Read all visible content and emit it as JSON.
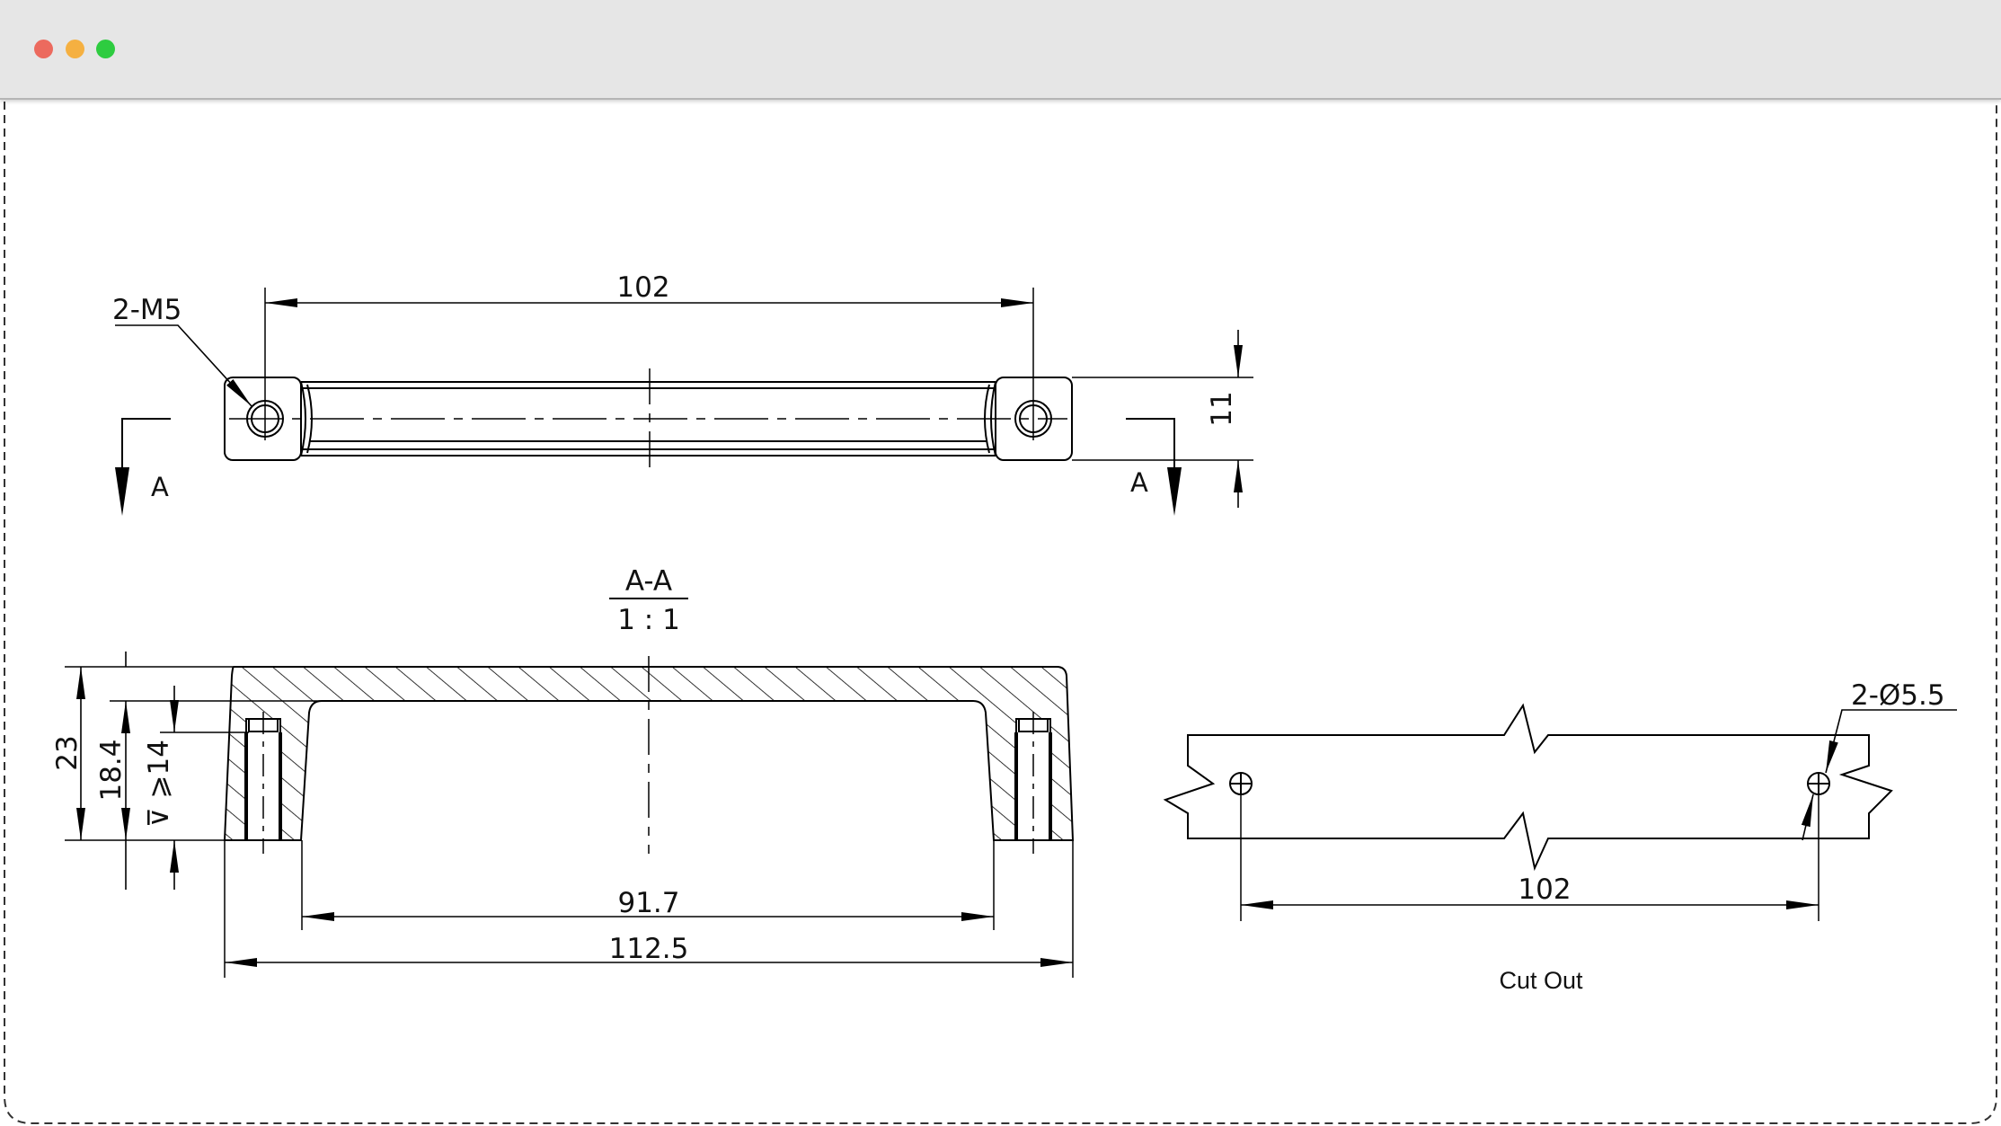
{
  "window": {
    "controls": {
      "close_color": "#ec6a5e",
      "minimize_color": "#f5b041",
      "maximize_color": "#2ecc40"
    }
  },
  "drawing": {
    "top_view": {
      "thread_callout": "2-M5",
      "hole_spacing": "102",
      "height": "11",
      "section_mark_left": "A",
      "section_mark_right": "A"
    },
    "section_view": {
      "name": "A-A",
      "scale": "1 : 1",
      "overall_height": "23",
      "inner_height": "18.4",
      "thread_depth": "⊽ ⩾14",
      "inner_width": "91.7",
      "overall_width": "112.5"
    },
    "cut_out": {
      "hole_callout": "2-Ø5.5",
      "hole_spacing": "102",
      "caption": "Cut Out"
    }
  }
}
